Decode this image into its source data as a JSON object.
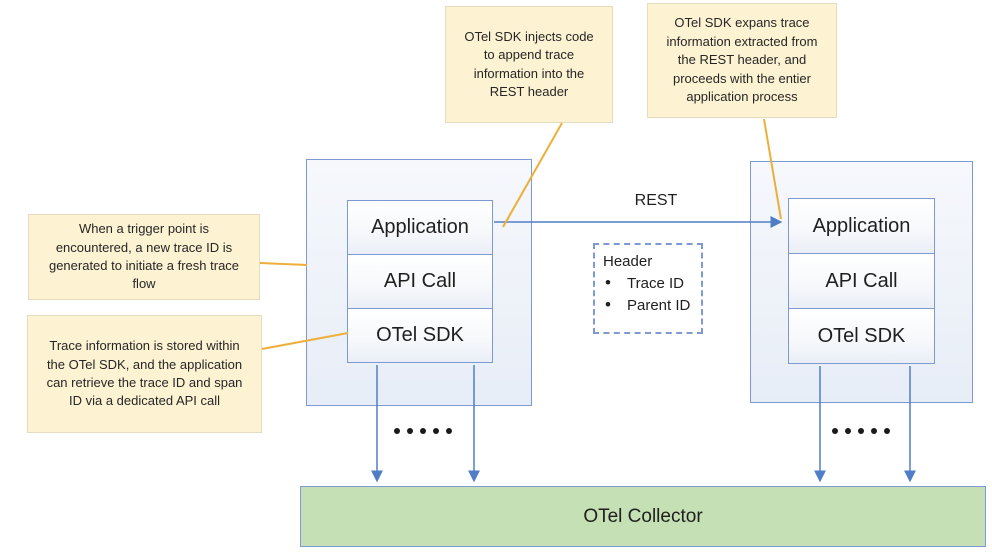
{
  "notes": {
    "inject": "OTel SDK injects code\nto append trace\ninformation into the\nREST header",
    "expand": "OTel SDK expans trace\ninformation extracted from\nthe REST header, and\nproceeds with the entier\napplication process",
    "trigger": "When a trigger point is\nencountered, a new trace ID is\ngenerated to initiate a fresh trace\nflow",
    "store": "Trace information is stored within\nthe OTel SDK, and the application\ncan retrieve the trace ID and span\nID via a dedicated API call"
  },
  "services": {
    "left": {
      "layers": [
        "Application",
        "API Call",
        "OTel SDK"
      ]
    },
    "right": {
      "layers": [
        "Application",
        "API Call",
        "OTel SDK"
      ]
    }
  },
  "rest": {
    "label": "REST"
  },
  "header_box": {
    "title": "Header",
    "items": [
      "Trace ID",
      "Parent ID"
    ]
  },
  "collector": {
    "label": "OTel Collector"
  },
  "colors": {
    "note_fill": "#fdf3d3",
    "note_border": "#e3dcbf",
    "box_border": "#7d9bd2",
    "arrow_blue": "#4f7ec6",
    "connector_orange": "#eeaf3a",
    "collector_fill": "#c5e0b4",
    "text": "#262626"
  }
}
